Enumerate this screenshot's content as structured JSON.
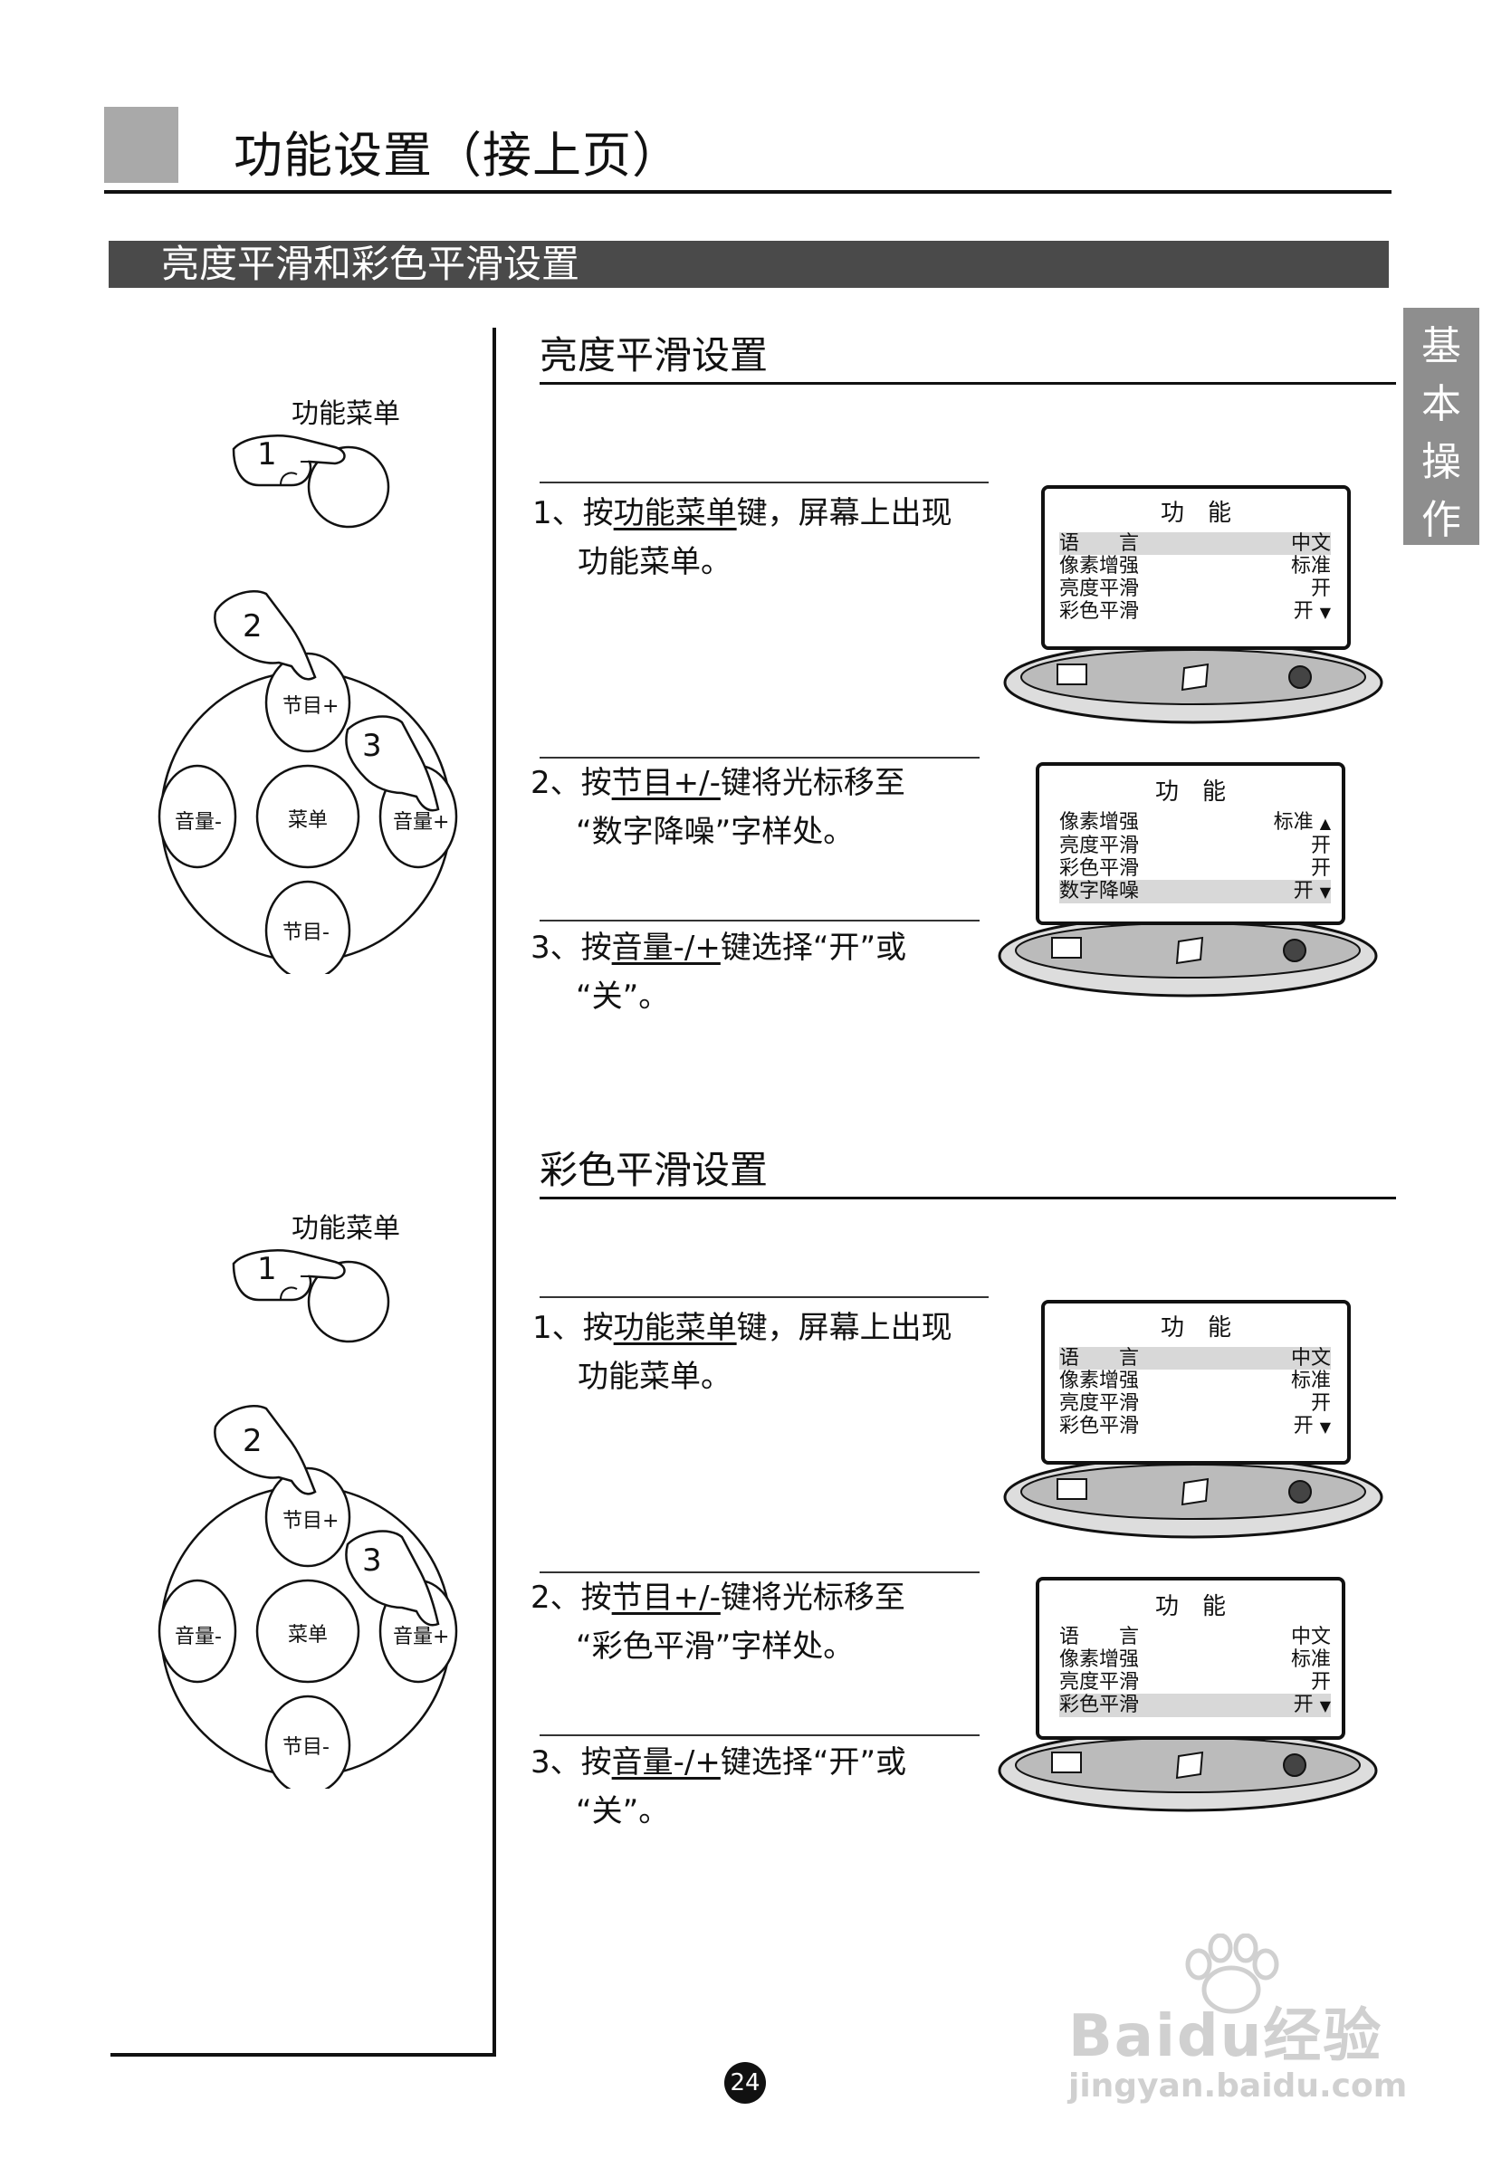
{
  "header": {
    "title": "功能设置（接上页）"
  },
  "section": {
    "title": "亮度平滑和彩色平滑设置"
  },
  "side_tab": {
    "chars": [
      "基",
      "本",
      "操",
      "作"
    ]
  },
  "remote": {
    "menu_key_label": "功能菜单",
    "num1": "1",
    "num2": "2",
    "num3": "3",
    "prog_up": "节目+",
    "prog_down": "节目-",
    "vol_down": "音量-",
    "vol_up": "音量+",
    "menu": "菜单"
  },
  "blocks": [
    {
      "title": "亮度平滑设置",
      "step1": {
        "num": "1、",
        "pre": "按",
        "key": "功能菜单",
        "post": "键，屏幕上出现",
        "line2": "功能菜单。"
      },
      "step2": {
        "num": "2、",
        "pre": "按",
        "key": "节目+/-",
        "post": "键将光标移至",
        "line2": "“数字降噪”字样处。"
      },
      "step3": {
        "num": "3、",
        "pre": "按",
        "key": "音量-/+",
        "post": "键选择“开”或",
        "line2": "“关”。"
      },
      "screen1": {
        "title": "功　能",
        "rows": [
          {
            "label": "语　　言",
            "value": "中文",
            "hl": true,
            "arrow": ""
          },
          {
            "label": "像素增强",
            "value": "标准",
            "hl": false,
            "arrow": ""
          },
          {
            "label": "亮度平滑",
            "value": "开",
            "hl": false,
            "arrow": ""
          },
          {
            "label": "彩色平滑",
            "value": "开",
            "hl": false,
            "arrow": "▼"
          }
        ]
      },
      "screen2": {
        "title": "功　能",
        "rows": [
          {
            "label": "像素增强",
            "value": "标准",
            "hl": false,
            "arrow": "▲"
          },
          {
            "label": "亮度平滑",
            "value": "开",
            "hl": false,
            "arrow": ""
          },
          {
            "label": "彩色平滑",
            "value": "开",
            "hl": false,
            "arrow": ""
          },
          {
            "label": "数字降噪",
            "value": "开",
            "hl": true,
            "arrow": "▼"
          }
        ]
      }
    },
    {
      "title": "彩色平滑设置",
      "step1": {
        "num": "1、",
        "pre": "按",
        "key": "功能菜单",
        "post": "键，屏幕上出现",
        "line2": "功能菜单。"
      },
      "step2": {
        "num": "2、",
        "pre": "按",
        "key": "节目+/-",
        "post": "键将光标移至",
        "line2": "“彩色平滑”字样处。"
      },
      "step3": {
        "num": "3、",
        "pre": "按",
        "key": "音量-/+",
        "post": "键选择“开”或",
        "line2": "“关”。"
      },
      "screen1": {
        "title": "功　能",
        "rows": [
          {
            "label": "语　　言",
            "value": "中文",
            "hl": true,
            "arrow": ""
          },
          {
            "label": "像素增强",
            "value": "标准",
            "hl": false,
            "arrow": ""
          },
          {
            "label": "亮度平滑",
            "value": "开",
            "hl": false,
            "arrow": ""
          },
          {
            "label": "彩色平滑",
            "value": "开",
            "hl": false,
            "arrow": "▼"
          }
        ]
      },
      "screen2": {
        "title": "功　能",
        "rows": [
          {
            "label": "语　　言",
            "value": "中文",
            "hl": false,
            "arrow": ""
          },
          {
            "label": "像素增强",
            "value": "标准",
            "hl": false,
            "arrow": ""
          },
          {
            "label": "亮度平滑",
            "value": "开",
            "hl": false,
            "arrow": ""
          },
          {
            "label": "彩色平滑",
            "value": "开",
            "hl": true,
            "arrow": "▼"
          }
        ]
      }
    }
  ],
  "page_number": "24",
  "watermark": {
    "brand": "Baidu经验",
    "url": "jingyan.baidu.com"
  }
}
